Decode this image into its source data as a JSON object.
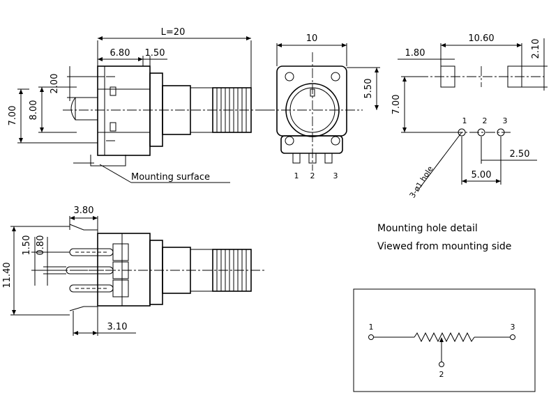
{
  "dimensions": {
    "length": "L=20",
    "d_6_80": "6.80",
    "d_1_50_top": "1.50",
    "d_2_00": "2.00",
    "d_8_00": "8.00",
    "d_7_00_left": "7.00",
    "d_10": "10",
    "d_5_50": "5.50",
    "d_10_60": "10.60",
    "d_1_80": "1.80",
    "d_2_10": "2.10",
    "d_7_00_right": "7.00",
    "d_2_50": "2.50",
    "d_5_00": "5.00",
    "d_3_80": "3.80",
    "d_1_50_bottom": "1.50",
    "d_0_80": "0.80",
    "d_11_40": "11.40",
    "d_3_10": "3.10"
  },
  "labels": {
    "mounting_surface": "Mounting surface",
    "hole_note": "3-ø1 hole",
    "detail_line1": "Mounting hole detail",
    "detail_line2": "Viewed from mounting side"
  },
  "pins": {
    "front": [
      "1",
      "2",
      "3"
    ],
    "detail": [
      "1",
      "2",
      "3"
    ],
    "schematic": [
      "1",
      "2",
      "3"
    ]
  }
}
